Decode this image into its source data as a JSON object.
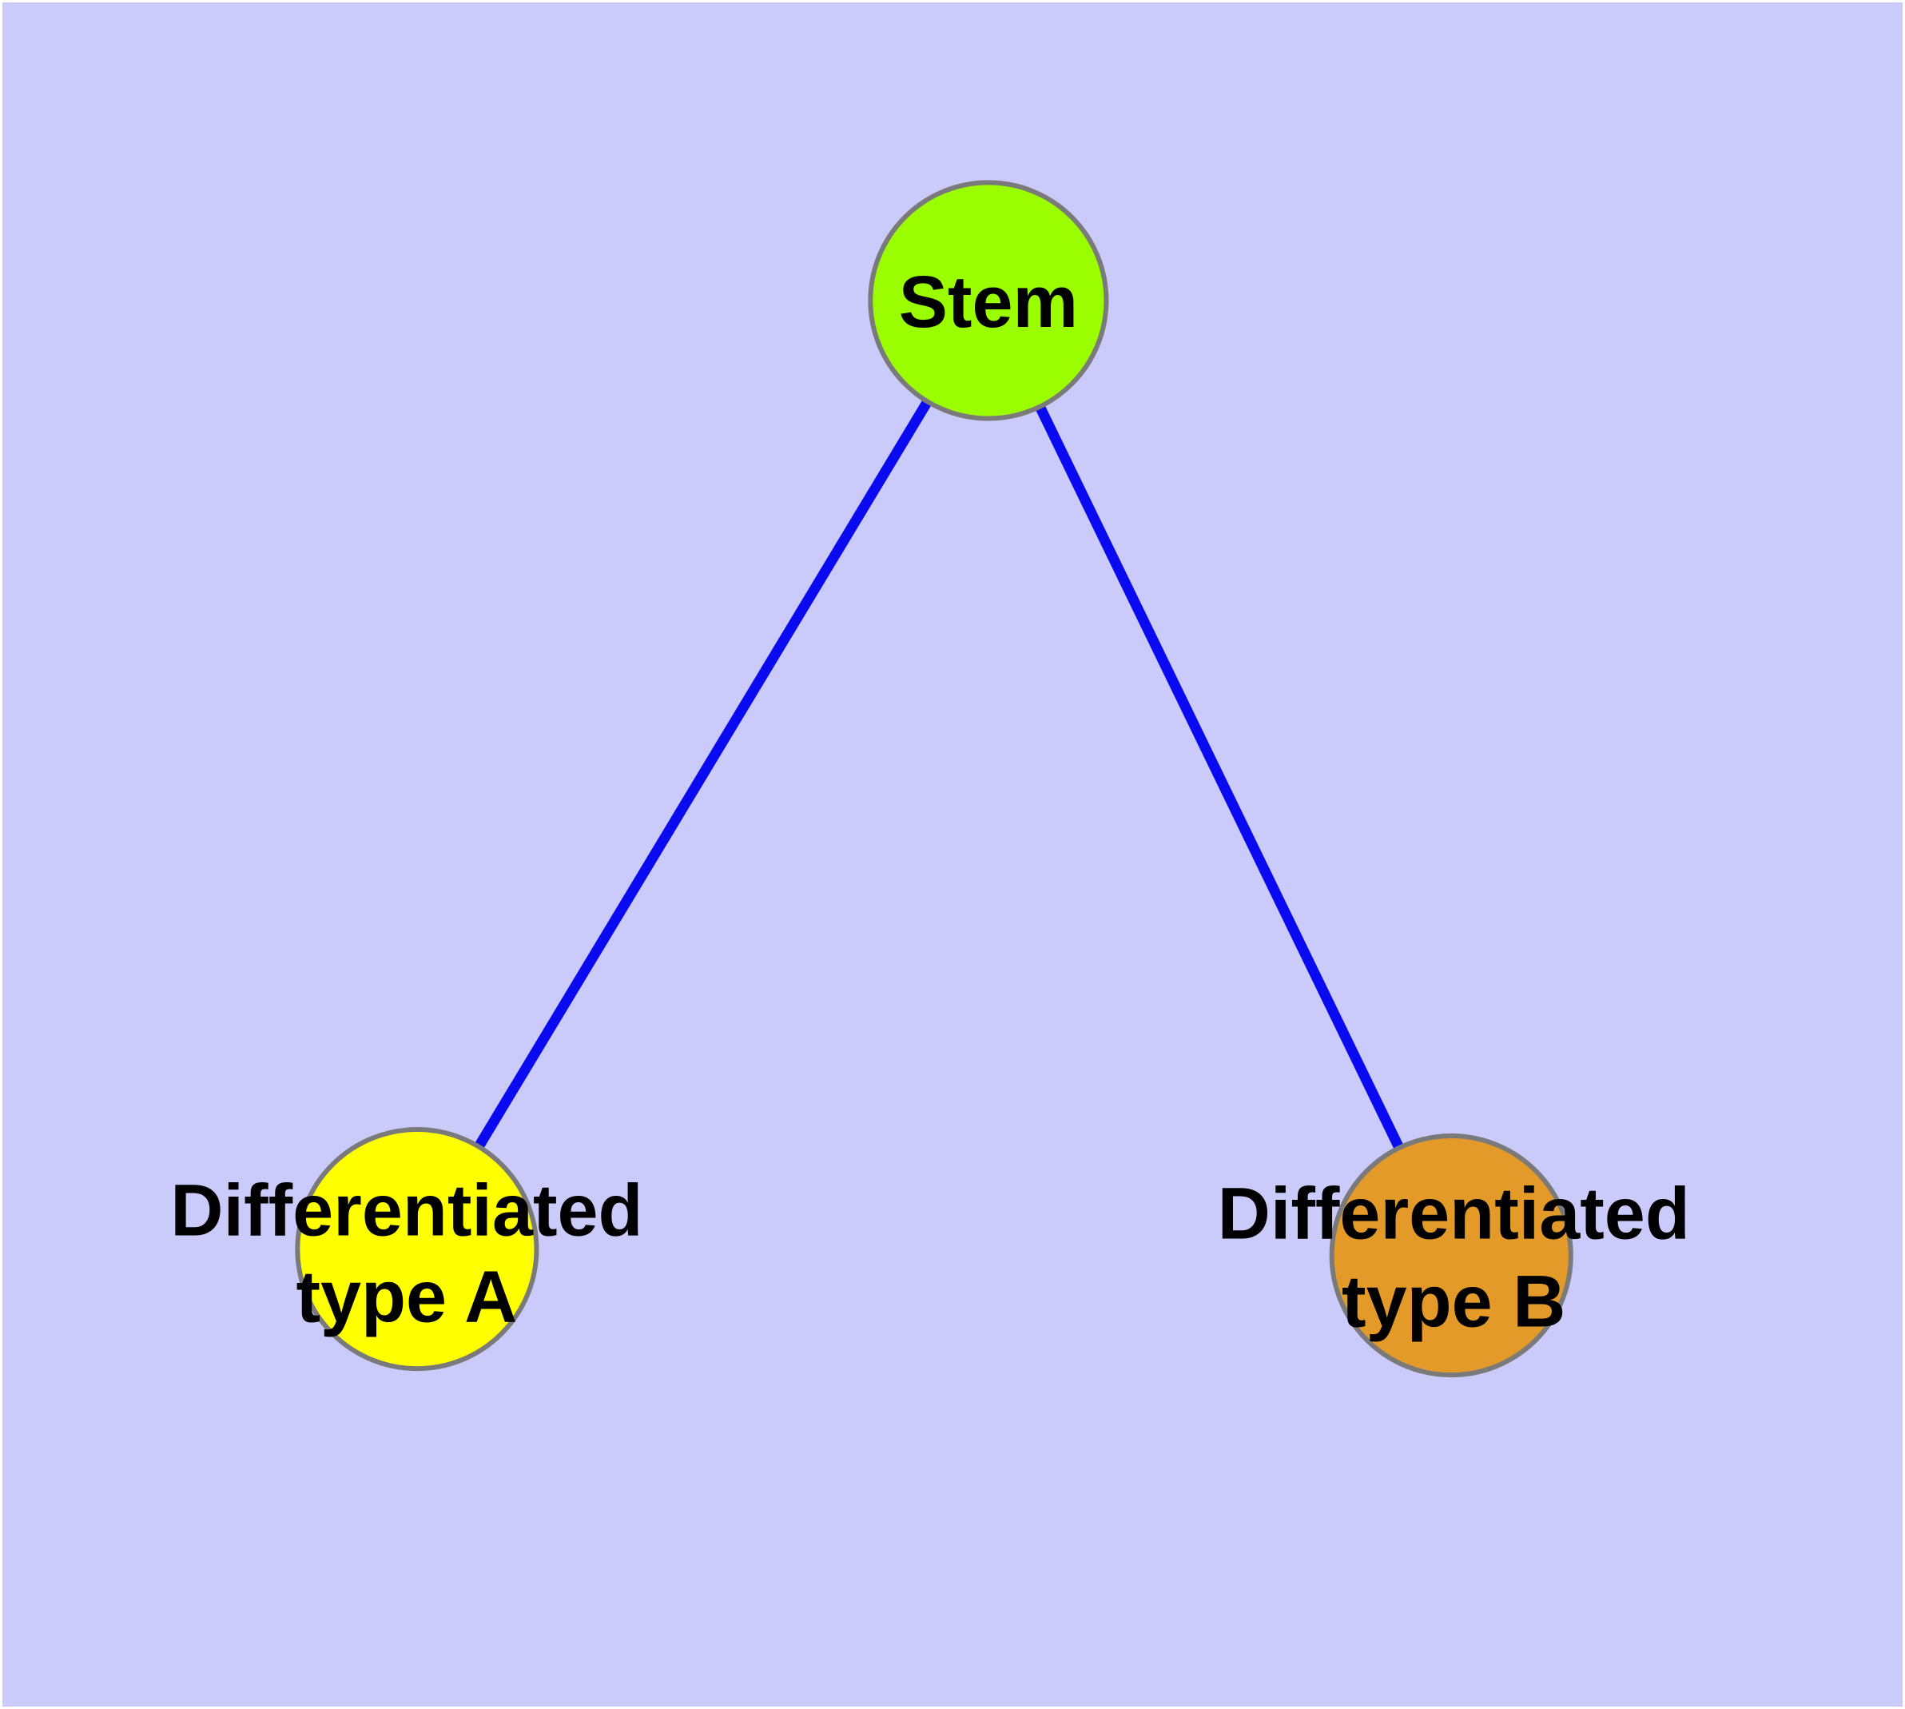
{
  "diagram": {
    "type": "graph",
    "background_color": "#CBCBFB",
    "edge_color": "#0A0AF0",
    "node_border_color": "#7A7A7A",
    "text_color": "#000000",
    "nodes": [
      {
        "id": "stem",
        "label": "Stem",
        "color": "#9AFE00"
      },
      {
        "id": "differentiated-type-a",
        "label": "Differentiated type A",
        "label_line1": "Differentiated",
        "label_line2": "type A",
        "color": "#FFFF00"
      },
      {
        "id": "differentiated-type-b",
        "label": "Differentiated type B",
        "label_line1": "Differentiated",
        "label_line2": "type B",
        "color": "#E39A28"
      }
    ],
    "edges": [
      {
        "from": "stem",
        "to": "differentiated-type-a"
      },
      {
        "from": "stem",
        "to": "differentiated-type-b"
      }
    ]
  }
}
